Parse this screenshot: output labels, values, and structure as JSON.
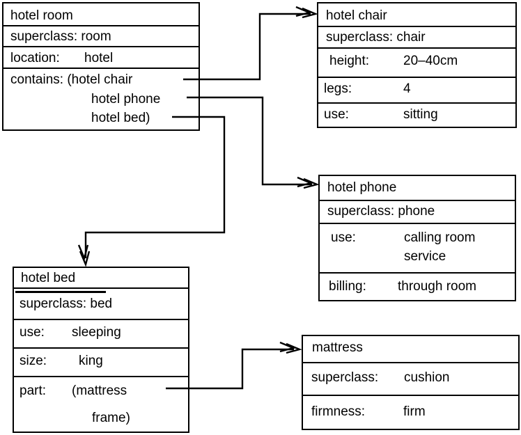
{
  "colors": {
    "ink": "#000000",
    "background": "#ffffff"
  },
  "frames": {
    "hotel_room": {
      "title": "hotel room",
      "superclass": "superclass: room",
      "location_label": "location:",
      "location_value": "hotel",
      "contains_line1": "contains: (hotel chair",
      "contains_line2": "hotel phone",
      "contains_line3": "hotel bed)"
    },
    "hotel_chair": {
      "title": "hotel chair",
      "superclass": "superclass: chair",
      "height_label": "height:",
      "height_value": "20–40cm",
      "legs_label": "legs:",
      "legs_value": "4",
      "use_label": "use:",
      "use_value": "sitting"
    },
    "hotel_phone": {
      "title": "hotel phone",
      "superclass": "superclass: phone",
      "use_label": "use:",
      "use_value_line1": "calling room",
      "use_value_line2": "service",
      "billing_label": "billing:",
      "billing_value": "through room"
    },
    "hotel_bed": {
      "title": "hotel bed",
      "superclass": "superclass: bed",
      "use_label": "use:",
      "use_value": "sleeping",
      "size_label": "size:",
      "size_value": "king",
      "part_label": "part:",
      "part_value_line1": "(mattress",
      "part_value_line2": "frame)"
    },
    "mattress": {
      "title": "mattress",
      "superclass_label": "superclass:",
      "superclass_value": "cushion",
      "firmness_label": "firmness:",
      "firmness_value": "firm"
    }
  },
  "connections": [
    {
      "from": "hotel room : contains (hotel chair)",
      "to": "hotel chair"
    },
    {
      "from": "hotel room : contains (hotel phone)",
      "to": "hotel phone"
    },
    {
      "from": "hotel room : contains (hotel bed)",
      "to": "hotel bed"
    },
    {
      "from": "hotel bed : part (mattress)",
      "to": "mattress"
    }
  ]
}
